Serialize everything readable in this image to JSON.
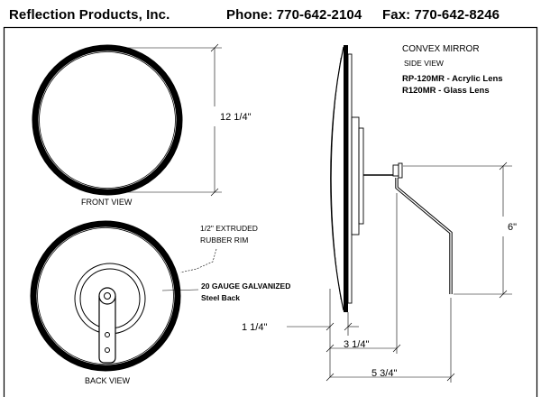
{
  "header": {
    "company": "Reflection Products, Inc.",
    "phone": "Phone: 770-642-2104",
    "fax": "Fax: 770-642-8246"
  },
  "title_block": {
    "line1": "CONVEX MIRROR",
    "line2": "SIDE VIEW",
    "line3": "RP-120MR - Acrylic Lens",
    "line4": "R120MR - Glass Lens"
  },
  "views": {
    "front": "FRONT VIEW",
    "back": "BACK VIEW"
  },
  "callouts": {
    "rim_line1": "1/2\" EXTRUDED",
    "rim_line2": "RUBBER RIM",
    "back_line1": "20 GAUGE GALVANIZED",
    "back_line2": "Steel Back"
  },
  "dimensions": {
    "diameter": "12 1/4\"",
    "bracket_height": "6\"",
    "rim_depth": "1 1/4\"",
    "mount_offset": "3 1/4\"",
    "overall_depth": "5 3/4\""
  }
}
